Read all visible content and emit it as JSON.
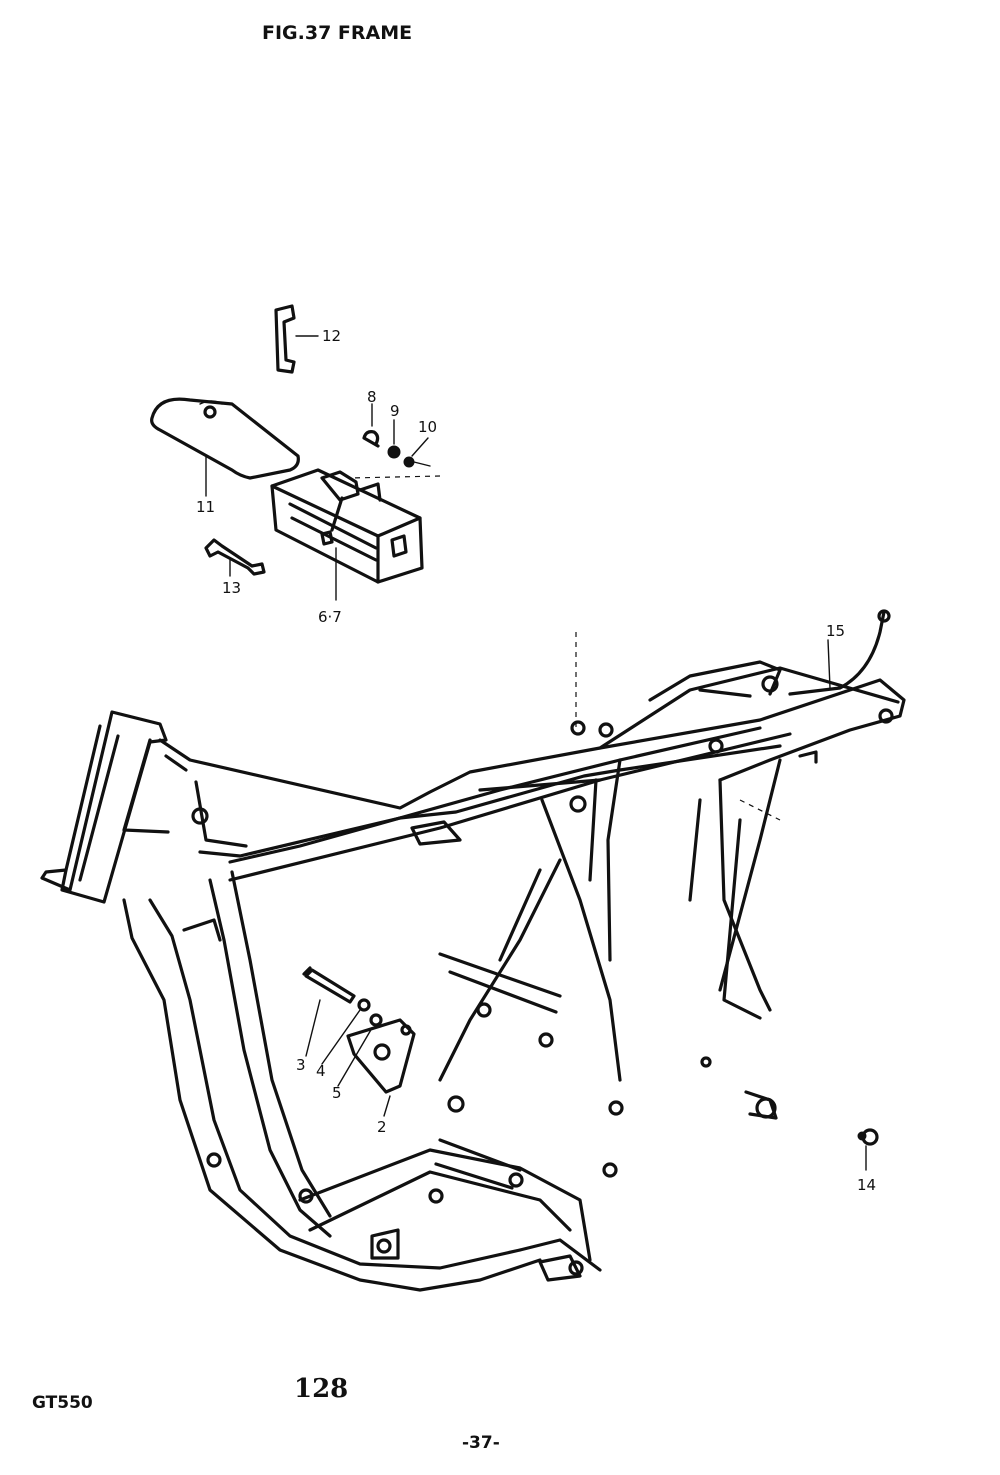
{
  "header": {
    "figure_title": "FIG.37  FRAME"
  },
  "footer": {
    "page_number": "128",
    "model": "GT550",
    "sheet": "-37-"
  },
  "callouts": {
    "c2": "2",
    "c3": "3",
    "c4": "4",
    "c5": "5",
    "c67": "6·7",
    "c8": "8",
    "c9": "9",
    "c10": "10",
    "c11": "11",
    "c12": "12",
    "c13": "13",
    "c14": "14",
    "c15": "15"
  }
}
